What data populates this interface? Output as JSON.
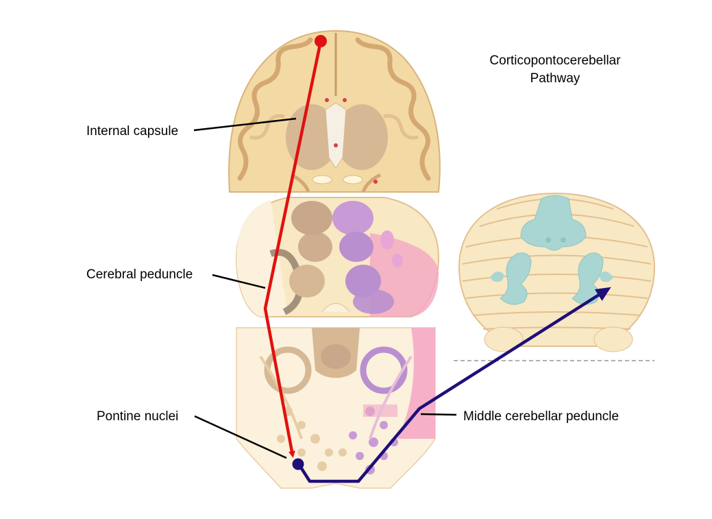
{
  "title": {
    "line1": "Corticopontocerebellar",
    "line2": "Pathway"
  },
  "labels": {
    "internal_capsule": "Internal capsule",
    "cerebral_peduncle": "Cerebral peduncle",
    "pontine_nuclei": "Pontine nuclei",
    "middle_cerebellar_peduncle": "Middle cerebellar peduncle"
  },
  "colors": {
    "corticopontine_tract": "#e0110f",
    "pontocerebellar_tract": "#1e0f7a",
    "brain_tissue": "#f3d9a4",
    "gray_matter": "#d7b894",
    "cerebellar_nuclei": "#a9d6d2",
    "tract_purple": "#c89ad6",
    "pink_region": "#f4a6c4"
  }
}
